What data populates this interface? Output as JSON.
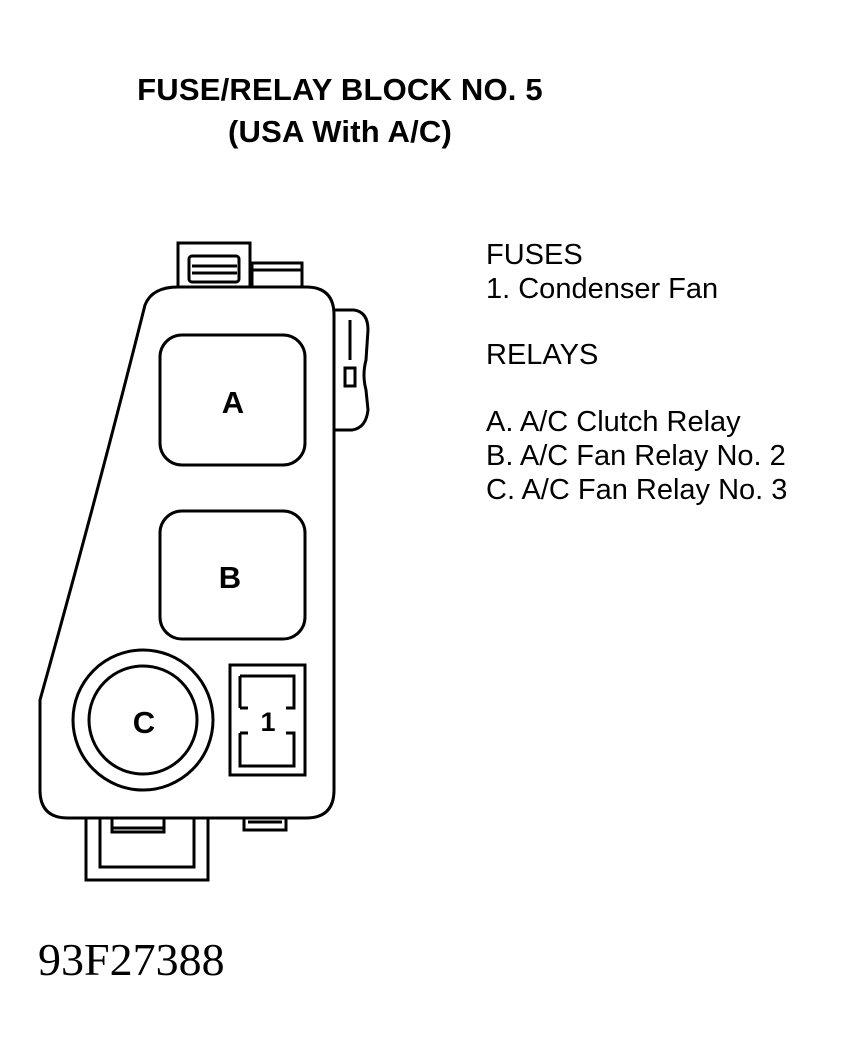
{
  "title": {
    "line1": "FUSE/RELAY BLOCK NO. 5",
    "line2": "(USA With A/C)"
  },
  "diagram": {
    "relay_a_label": "A",
    "relay_b_label": "B",
    "relay_c_label": "C",
    "fuse_1_label": "1"
  },
  "legend": {
    "fuses_heading": "FUSES",
    "fuses": [
      "1. Condenser Fan"
    ],
    "relays_heading": "RELAYS",
    "relays": [
      "A. A/C Clutch Relay",
      "B. A/C Fan Relay No. 2",
      "C. A/C Fan Relay No. 3"
    ]
  },
  "figure_code": "93F27388"
}
